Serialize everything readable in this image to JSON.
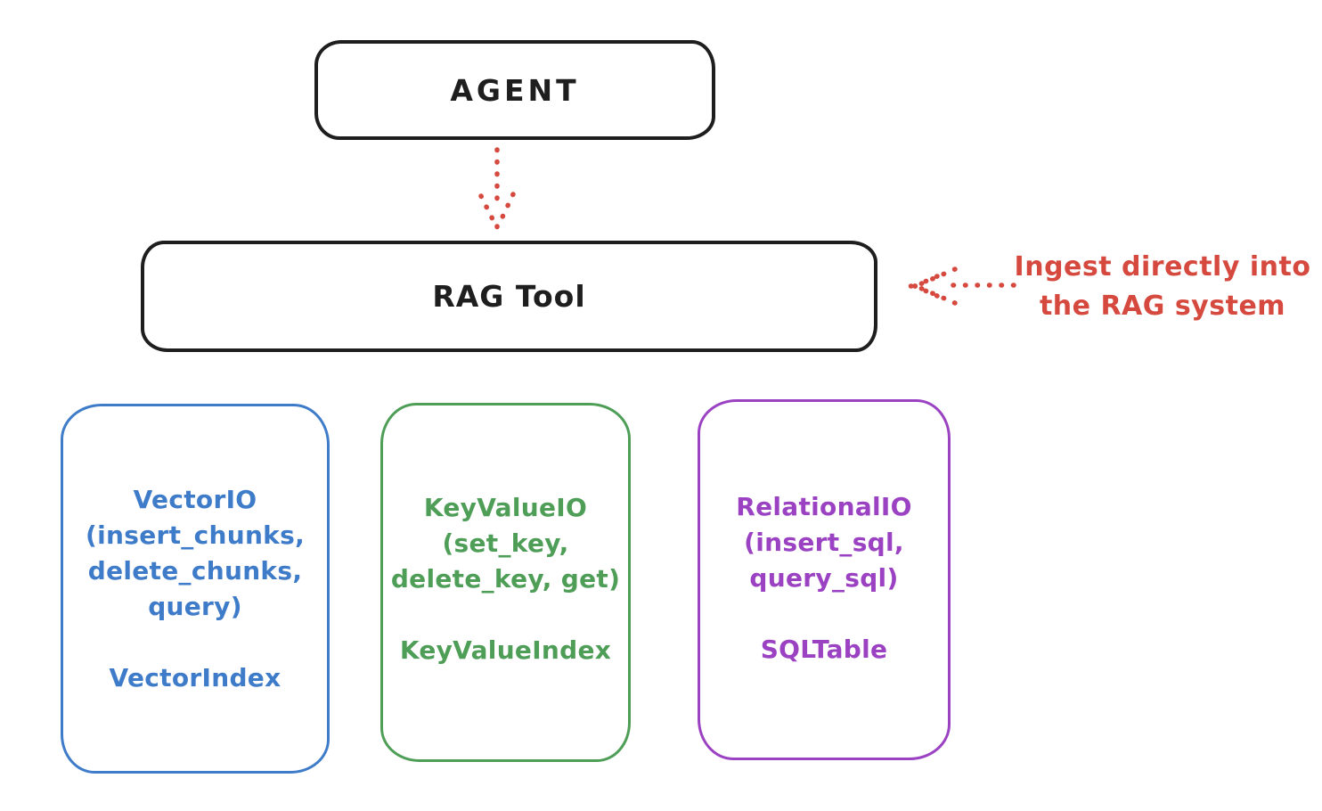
{
  "diagram": {
    "agent": {
      "label": "AGENT",
      "color": "#1e1e1e"
    },
    "rag_tool": {
      "label": "RAG Tool",
      "color": "#1e1e1e"
    },
    "backends": [
      {
        "name": "VectorIO",
        "lines": [
          "VectorIO",
          "(insert_chunks,",
          "delete_chunks,",
          "query)"
        ],
        "index": "VectorIndex",
        "color": "#3e7bc9"
      },
      {
        "name": "KeyValueIO",
        "lines": [
          "KeyValueIO",
          "(set_key,",
          "delete_key, get)"
        ],
        "index": "KeyValueIndex",
        "color": "#4f9e58"
      },
      {
        "name": "RelationalIO",
        "lines": [
          "RelationalIO",
          "(insert_sql,",
          "query_sql)"
        ],
        "index": "SQLTable",
        "color": "#9b42c3"
      }
    ],
    "annotation": {
      "lines": [
        "Ingest directly into",
        "the RAG system"
      ],
      "color": "#d6493f"
    },
    "arrow_color": "#d6493f"
  }
}
